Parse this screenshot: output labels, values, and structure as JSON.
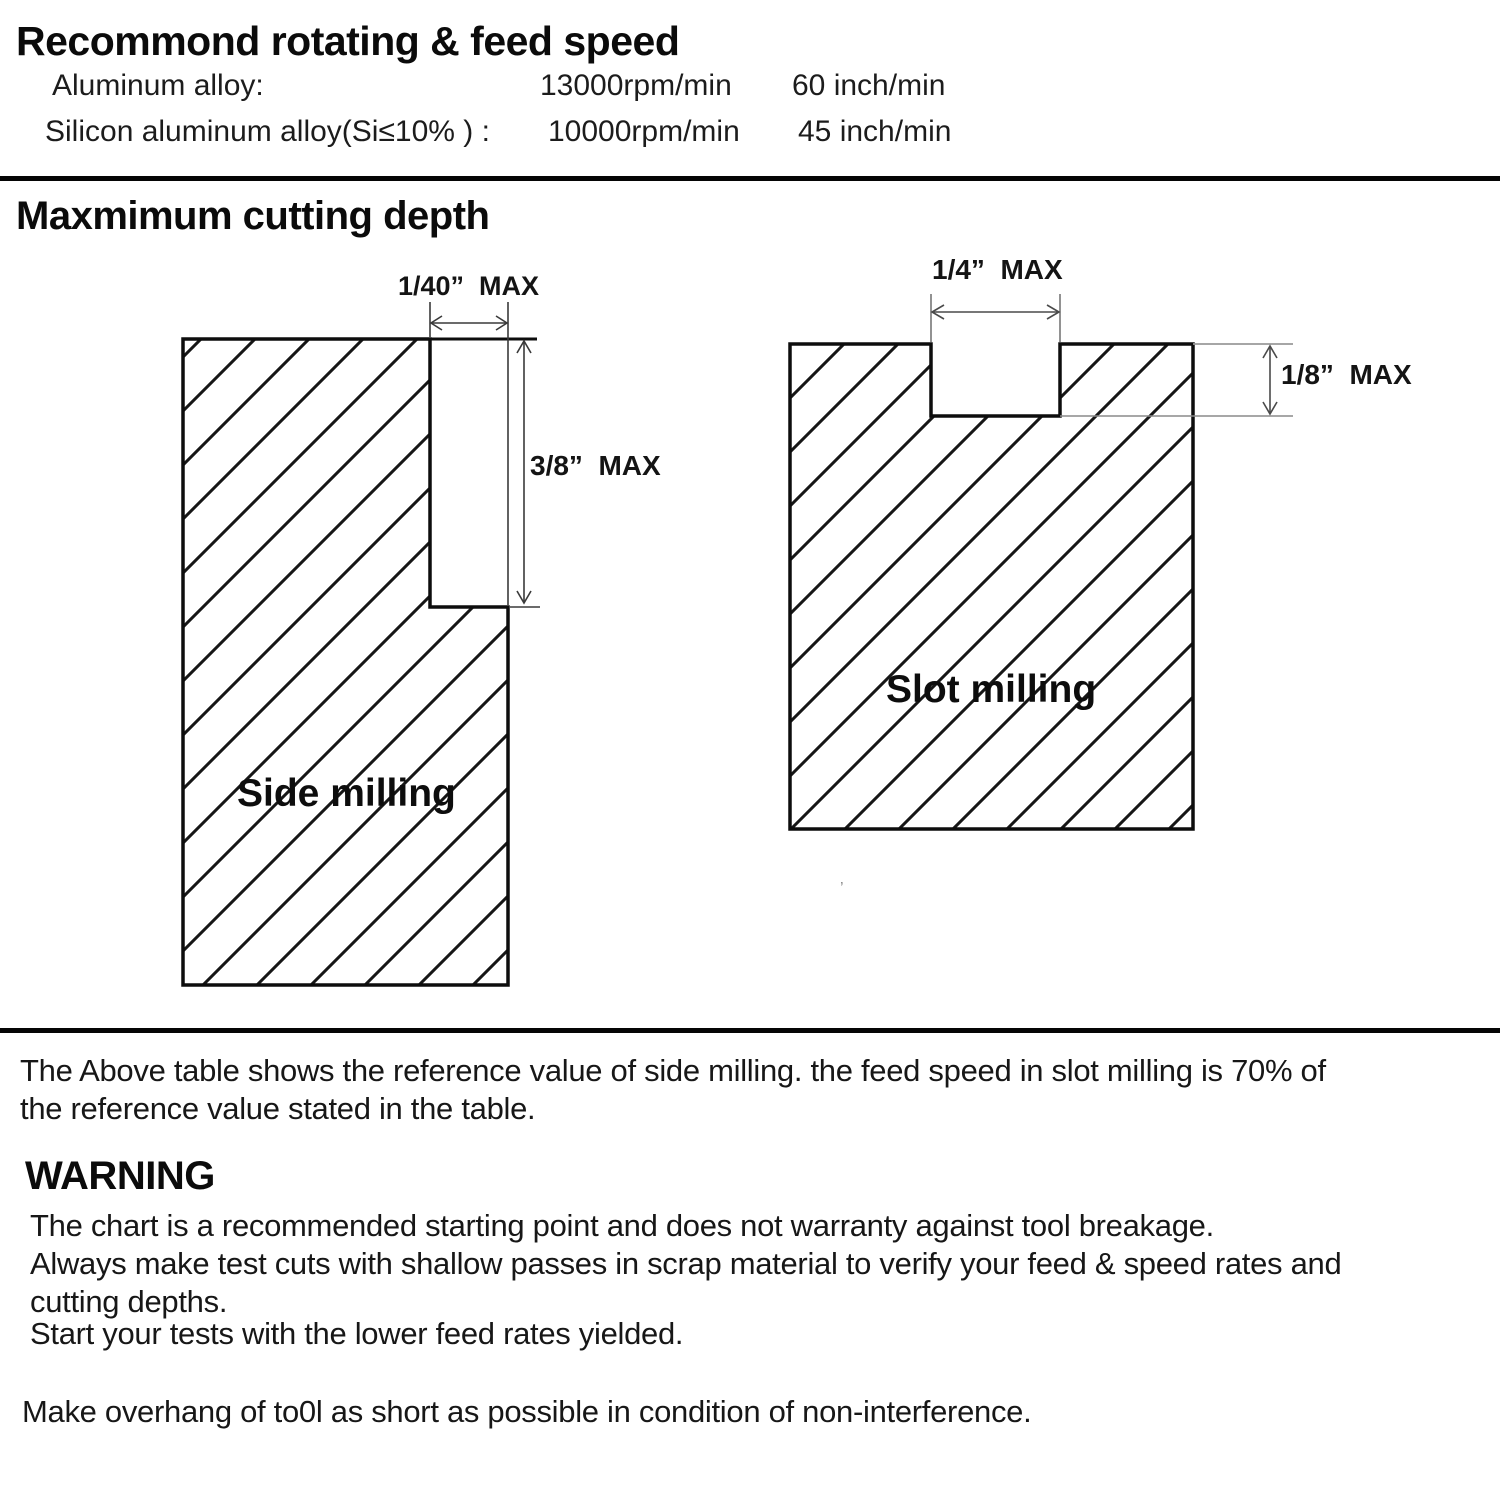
{
  "speed_section": {
    "title": "Recommond rotating & feed speed",
    "rows": [
      {
        "label": "Aluminum alloy:",
        "rpm": "13000rpm/min",
        "feed": "60 inch/min"
      },
      {
        "label": "Silicon aluminum alloy(Si≤10% ) :",
        "rpm": "10000rpm/min",
        "feed": "45 inch/min"
      }
    ]
  },
  "depth_section": {
    "title": "Maxmimum cutting depth",
    "diagrams": [
      {
        "name": "Side milling",
        "width_max": "1/40”  MAX",
        "depth_max": "3/8”  MAX"
      },
      {
        "name": "Slot milling",
        "width_max": "1/4”  MAX",
        "depth_max": "1/8”  MAX"
      }
    ],
    "artifact": "’"
  },
  "notes": {
    "reference_lines": [
      "The Above table shows the reference value of side milling. the feed speed in slot milling is 70% of",
      "the reference value stated in the table."
    ],
    "warning_title": "WARNING",
    "warning_lines": [
      "The chart is a recommended starting point and does not warranty against tool breakage.",
      "Always make test cuts with shallow passes in scrap material to verify your feed & speed rates and",
      "cutting depths.",
      "Start your tests with the lower feed rates yielded."
    ],
    "overhang_line": "Make overhang of to0l as short as possible in condition of non-interference."
  }
}
